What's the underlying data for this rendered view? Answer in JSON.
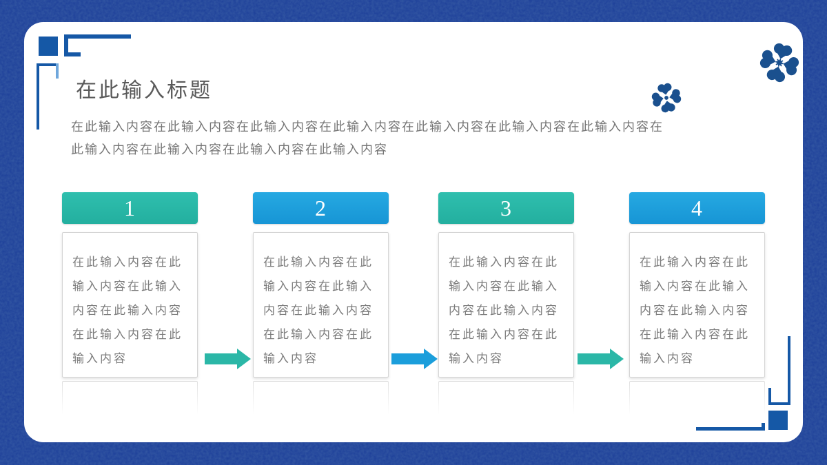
{
  "slide": {
    "title": "在此输入标题",
    "subtitle": "在此输入内容在此输入内容在此输入内容在此输入内容在此输入内容在此输入内容在此输入内容在此输入内容在此输入内容在此输入内容在此输入内容",
    "steps": [
      {
        "number": "1",
        "accent": "teal",
        "text": "在此输入内容在此输入内容在此输入内容在此输入内容在此输入内容在此输入内容"
      },
      {
        "number": "2",
        "accent": "blue",
        "text": "在此输入内容在此输入内容在此输入内容在此输入内容在此输入内容在此输入内容"
      },
      {
        "number": "3",
        "accent": "teal",
        "text": "在此输入内容在此输入内容在此输入内容在此输入内容在此输入内容在此输入内容"
      },
      {
        "number": "4",
        "accent": "blue",
        "text": "在此输入内容在此输入内容在此输入内容在此输入内容在此输入内容在此输入内容"
      }
    ],
    "arrows": [
      {
        "direction": "right",
        "accent": "teal"
      },
      {
        "direction": "right",
        "accent": "blue"
      },
      {
        "direction": "right",
        "accent": "teal"
      }
    ],
    "icons": {
      "flower_large": "plum-blossom-flower-icon",
      "flower_small": "plum-blossom-flower-icon"
    },
    "colors": {
      "background_navy": "#1c3e99",
      "background_speckle": "#0f2566",
      "card_white": "#ffffff",
      "step_teal": "#2bb7a7",
      "step_blue": "#1b9edb",
      "decoration_blue": "#1558a6",
      "decoration_light_blue": "#6fa7dc",
      "flower_navy": "#1a508e",
      "title_gray": "#5a5a5a",
      "body_gray": "#757575",
      "box_text_gray": "#7c7c7c",
      "box_border_gray": "#d5d5d5"
    }
  }
}
